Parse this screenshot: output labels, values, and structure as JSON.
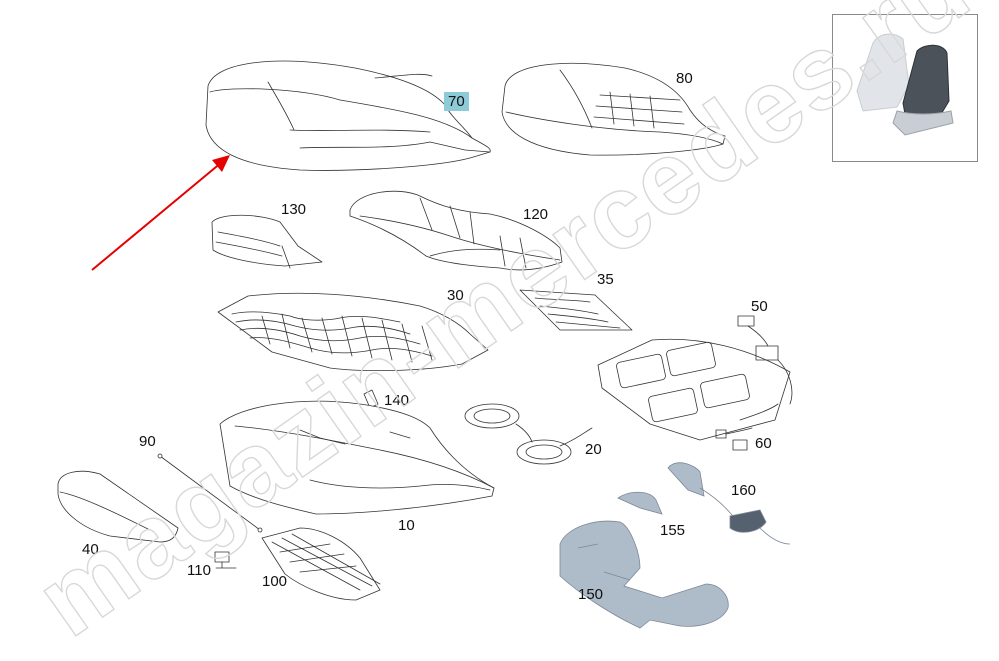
{
  "callouts": {
    "p70": "70",
    "p80": "80",
    "p130": "130",
    "p120": "120",
    "p35": "35",
    "p30": "30",
    "p50": "50",
    "p140": "140",
    "p20": "20",
    "p60": "60",
    "p90": "90",
    "p10": "10",
    "p40": "40",
    "p110": "110",
    "p100": "100",
    "p160": "160",
    "p155": "155",
    "p150": "150"
  },
  "highlight": {
    "part": "70",
    "color": "#8ecbd9"
  },
  "arrow": {
    "color": "#e60000",
    "points_to": "70"
  },
  "watermark": {
    "text": "magazin-mercedes.ru"
  }
}
